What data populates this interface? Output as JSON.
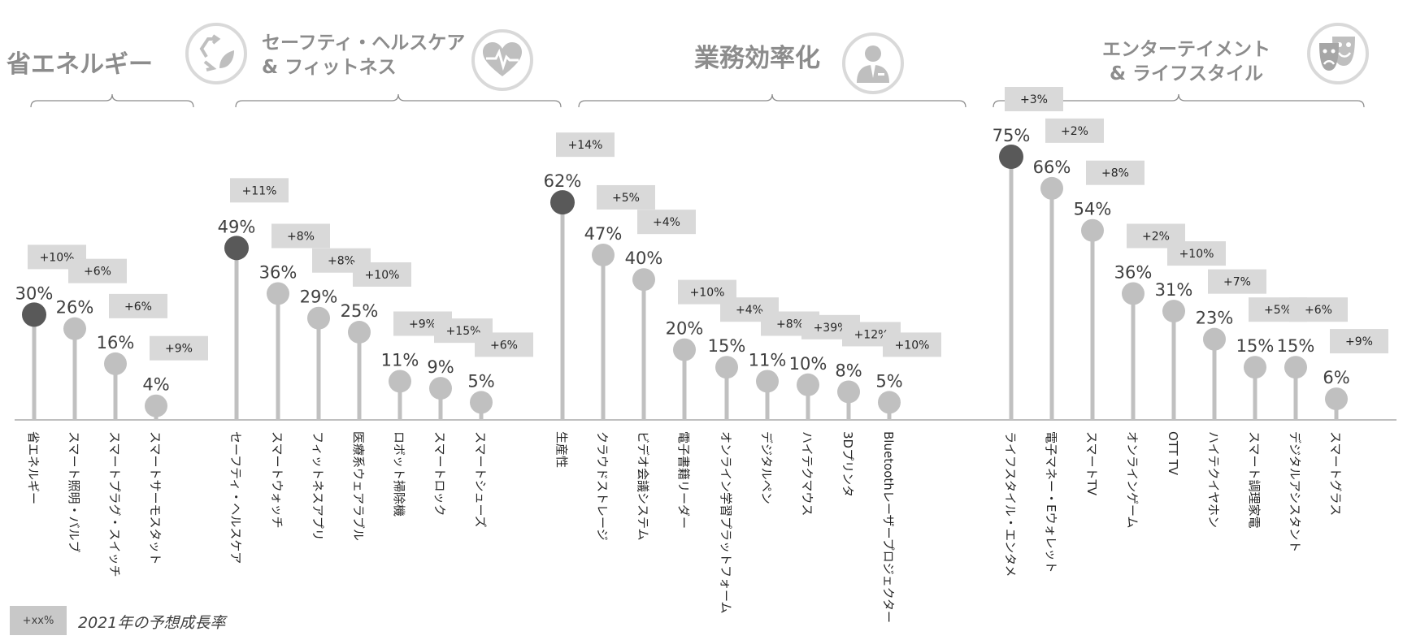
{
  "categories_header": [
    {
      "id": "energy",
      "lines": [
        "省エネルギー"
      ],
      "icon": "recycle-leaf-icon"
    },
    {
      "id": "health",
      "lines": [
        "セーフティ・ヘルスケア",
        "& フィットネス"
      ],
      "icon": "heart-pulse-icon"
    },
    {
      "id": "work",
      "lines": [
        "業務効率化"
      ],
      "icon": "businessman-icon"
    },
    {
      "id": "life",
      "lines": [
        "エンターテイメント",
        "& ライフスタイル"
      ],
      "icon": "theater-masks-icon"
    }
  ],
  "legend": {
    "box_label": "+xx%",
    "text": "2021年の予想成長率"
  },
  "colors": {
    "highlight": "#595959",
    "lollipop": "#c0c0c0",
    "growth_box": "#d9d9d9",
    "bracket": "#8c8c8c"
  },
  "chart_data": {
    "type": "lollipop",
    "y_unit": "%",
    "ylim": [
      0,
      80
    ],
    "groups": [
      {
        "name": "省エネルギー",
        "items": [
          {
            "label": "省エネルギー",
            "value": 30,
            "growth": "+10%",
            "highlight": true
          },
          {
            "label": "スマート照明・バルブ",
            "value": 26,
            "growth": "+6%"
          },
          {
            "label": "スマートプラグ・スイッチ",
            "value": 16,
            "growth": "+6%"
          },
          {
            "label": "スマートサーモスタット",
            "value": 4,
            "growth": "+9%"
          }
        ]
      },
      {
        "name": "セーフティ・ヘルスケア & フィットネス",
        "items": [
          {
            "label": "セーフティ・ヘルスケア",
            "value": 49,
            "growth": "+11%",
            "highlight": true
          },
          {
            "label": "スマートウォッチ",
            "value": 36,
            "growth": "+8%"
          },
          {
            "label": "フィットネスアプリ",
            "value": 29,
            "growth": "+8%"
          },
          {
            "label": "医療系ウェアラブル",
            "value": 25,
            "growth": "+10%"
          },
          {
            "label": "ロボット掃除機",
            "value": 11,
            "growth": "+9%"
          },
          {
            "label": "スマートロック",
            "value": 9,
            "growth": "+15%"
          },
          {
            "label": "スマートシューズ",
            "value": 5,
            "growth": "+6%"
          }
        ]
      },
      {
        "name": "業務効率化",
        "items": [
          {
            "label": "生産性",
            "value": 62,
            "growth": "+14%",
            "highlight": true
          },
          {
            "label": "クラウドストレージ",
            "value": 47,
            "growth": "+5%"
          },
          {
            "label": "ビデオ会議システム",
            "value": 40,
            "growth": "+4%"
          },
          {
            "label": "電子書籍リーダー",
            "value": 20,
            "growth": "+10%"
          },
          {
            "label": "オンライン学習プラットフォーム",
            "value": 15,
            "growth": "+4%"
          },
          {
            "label": "デジタルペン",
            "value": 11,
            "growth": "+8%"
          },
          {
            "label": "ハイテクマウス",
            "value": 10,
            "growth": "+39%"
          },
          {
            "label": "3Dプリンタ",
            "value": 8,
            "growth": "+12%"
          },
          {
            "label": "Bluetoothレーザープロジェクター",
            "value": 5,
            "growth": "+10%"
          }
        ]
      },
      {
        "name": "エンターテイメント & ライフスタイル",
        "items": [
          {
            "label": "ライフスタイル・エンタメ",
            "value": 75,
            "growth": "+3%",
            "highlight": true
          },
          {
            "label": "電子マネー・Eウォレット",
            "value": 66,
            "growth": "+2%"
          },
          {
            "label": "スマートTV",
            "value": 54,
            "growth": "+8%"
          },
          {
            "label": "オンラインゲーム",
            "value": 36,
            "growth": "+2%"
          },
          {
            "label": "OTT TV",
            "value": 31,
            "growth": "+10%"
          },
          {
            "label": "ハイテクイヤホン",
            "value": 23,
            "growth": "+7%"
          },
          {
            "label": "スマート調理家電",
            "value": 15,
            "growth": "+5%"
          },
          {
            "label": "デジタルアシスタント",
            "value": 15,
            "growth": "+6%"
          },
          {
            "label": "スマートグラス",
            "value": 6,
            "growth": "+9%"
          }
        ]
      }
    ]
  }
}
